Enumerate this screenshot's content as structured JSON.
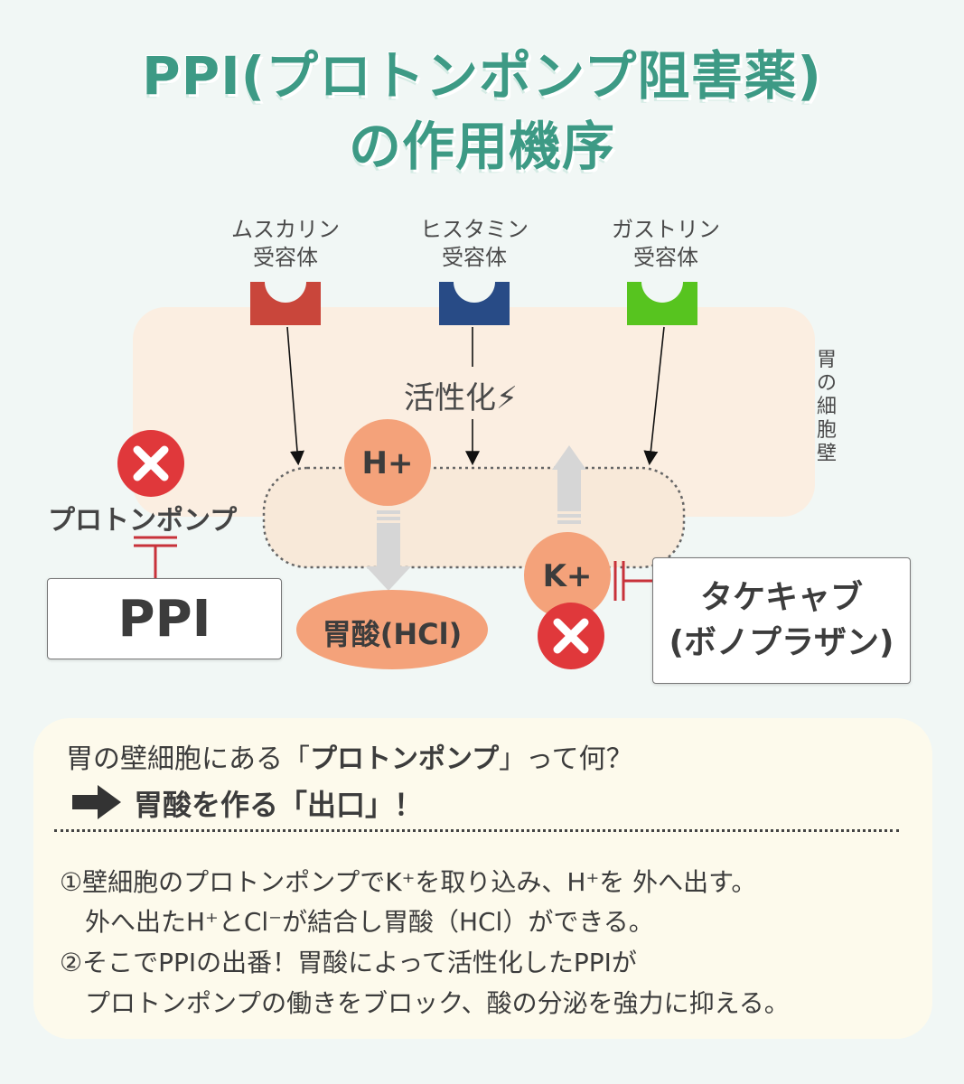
{
  "title": {
    "line1": "PPI(プロトンポンプ阻害薬)",
    "line2": "の作用機序"
  },
  "receptors": [
    {
      "line1": "ムスカリン",
      "line2": "受容体",
      "color": "#c9463b"
    },
    {
      "line1": "ヒスタミン",
      "line2": "受容体",
      "color": "#284b86"
    },
    {
      "line1": "ガストリン",
      "line2": "受容体",
      "color": "#57c41f"
    }
  ],
  "activation_label": "活性化⚡",
  "cell_wall_label": "胃の細胞壁",
  "ions": {
    "h": "H+",
    "k": "K+"
  },
  "acid_label": "胃酸(HCl)",
  "proton_pump_label": "プロトンポンプ",
  "ppi_box": "PPI",
  "takecab_box": {
    "line1": "タケキャブ",
    "line2": "(ボノプラザン)"
  },
  "icons": {
    "block": "x-circle-icon",
    "arrow": "right-arrow-icon"
  },
  "colors": {
    "accent": "#3d9a85",
    "ion": "#f4a27a",
    "block_red": "#e0383b",
    "inhibit_red": "#c8323a",
    "cell_wall": "#fbeee1",
    "panel": "#fdfaec"
  },
  "explanation": {
    "question_pre": "胃の壁細胞にある「",
    "question_bold": "プロトンポンプ",
    "question_post": "」って何？",
    "answer": "胃酸を作る「出口」！",
    "lines": [
      "①壁細胞のプロトンポンプでK⁺を取り込み、H⁺を 外へ出す。",
      "　外へ出たH⁺とCl⁻が結合し胃酸（HCl）ができる。",
      "②そこでPPIの出番！胃酸によって活性化したPPIが",
      "　プロトンポンプの働きをブロック、酸の分泌を強力に抑える。"
    ]
  }
}
